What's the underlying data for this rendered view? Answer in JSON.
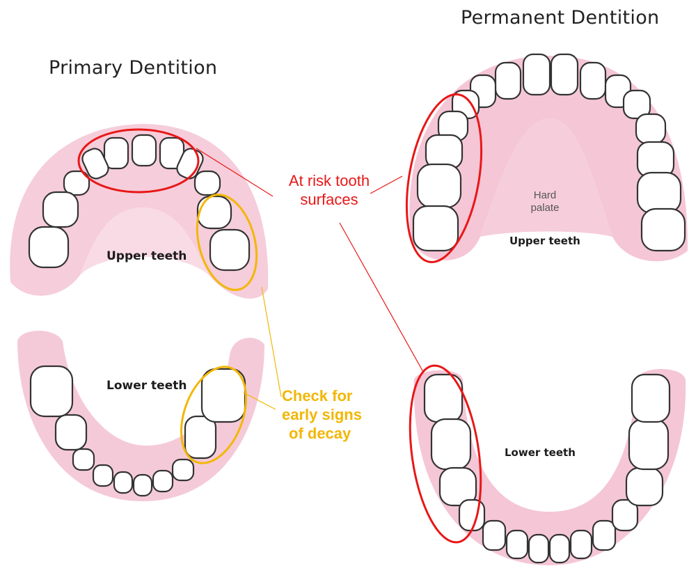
{
  "primary": {
    "title": "Primary Dentition",
    "upper_label": "Upper teeth",
    "lower_label": "Lower teeth"
  },
  "permanent": {
    "title": "Permanent Dentition",
    "palate_line1": "Hard",
    "palate_line2": "palate",
    "upper_label": "Upper teeth",
    "lower_label": "Lower teeth"
  },
  "annotations": {
    "risk_line1": "At risk tooth",
    "risk_line2": "surfaces",
    "decay_line1": "Check for",
    "decay_line2": "early signs",
    "decay_line3": "of decay"
  },
  "colors": {
    "risk": "#e81717",
    "decay": "#f2b705",
    "gum": "#f2c3d2",
    "tooth": "#ffffff"
  }
}
